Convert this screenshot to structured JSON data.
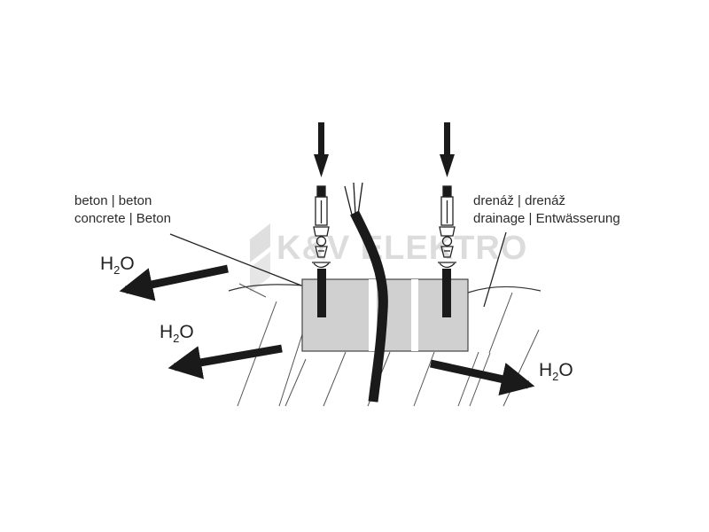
{
  "labels": {
    "concrete_line1": "beton | beton",
    "concrete_line2": "concrete | Beton",
    "drainage_line1": "drenáž | drenáž",
    "drainage_line2": "drainage | Entwässerung"
  },
  "water": {
    "symbol_h": "H",
    "symbol_sub": "2",
    "symbol_o": "O"
  },
  "watermark": {
    "text": "K&V ELEKTRO"
  },
  "colors": {
    "ink": "#1a1a1a",
    "concrete_block": "#cfcfcf",
    "gap": "#ffffff",
    "hatch": "#555555"
  }
}
